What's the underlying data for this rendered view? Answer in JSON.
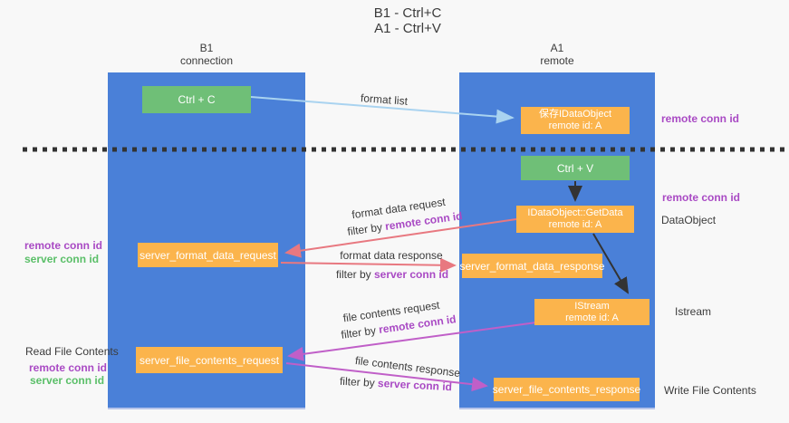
{
  "colors": {
    "background": "#f8f8f8",
    "column_blue": "#4a80d8",
    "box_green": "#6fbf77",
    "box_orange": "#fbb44c",
    "arrow_light_blue": "#a9d3f0",
    "arrow_red": "#e87880",
    "arrow_magenta": "#c05fc8",
    "arrow_black": "#333333",
    "text_dark": "#3b3b3b",
    "text_purple": "#a94ac4",
    "text_green": "#5abf68",
    "box_text": "#ffffff"
  },
  "title": {
    "line1": "B1 - Ctrl+C",
    "line2": "A1 - Ctrl+V"
  },
  "columns": {
    "left": {
      "name": "B1",
      "role": "connection"
    },
    "right": {
      "name": "A1",
      "role": "remote"
    }
  },
  "boxes": {
    "ctrl_c": {
      "label": "Ctrl + C"
    },
    "ctrl_v": {
      "label": "Ctrl + V"
    },
    "save_dataobject": {
      "line1": "保存IDataObject",
      "line2": "remote id: A"
    },
    "getdata": {
      "line1": "IDataObject::GetData",
      "line2": "remote id: A"
    },
    "istream": {
      "line1": "IStream",
      "line2": "remote id: A"
    },
    "server_format_data_request": {
      "label": "server_format_data_request"
    },
    "server_format_data_response": {
      "label": "server_format_data_response"
    },
    "server_file_contents_request": {
      "label": "server_file_contents_request"
    },
    "server_file_contents_response": {
      "label": "server_file_contents_response"
    }
  },
  "arrow_labels": {
    "format_list": "format list",
    "format_request": {
      "title": "format data request",
      "filter_prefix": "filter by ",
      "filter_key": "remote conn id"
    },
    "format_response": {
      "title": "format data response",
      "filter_prefix": "filter by ",
      "filter_key": "server conn id"
    },
    "file_request": {
      "title": "file contents request",
      "filter_prefix": "filter by ",
      "filter_key": "remote conn id"
    },
    "file_response": {
      "title": "file contents response",
      "filter_prefix": "filter by ",
      "filter_key": "server conn id"
    }
  },
  "side_labels": {
    "right_top_remote": "remote conn id",
    "right_mid_remote": "remote conn id",
    "dataobject": "DataObject",
    "istream": "Istream",
    "write_file_contents": "Write File Contents",
    "left_mid_remote": "remote conn id",
    "left_mid_server": "server conn id",
    "read_file_contents": "Read File Contents",
    "left_bottom_remote": "remote conn id",
    "left_bottom_server": "server conn id"
  }
}
